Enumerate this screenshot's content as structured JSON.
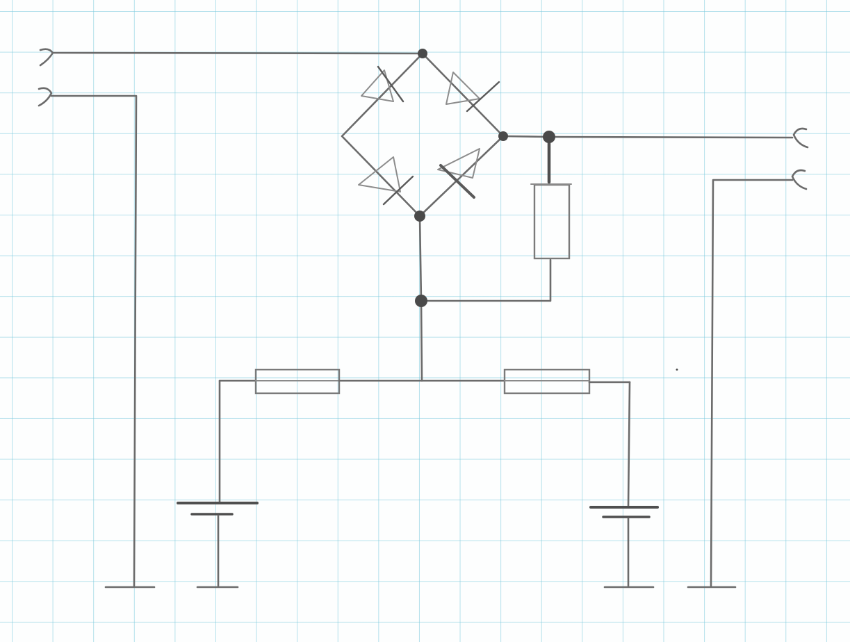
{
  "diagram": {
    "kind": "hand-drawn circuit schematic on graph paper",
    "components": [
      {
        "id": "bridge-rectifier",
        "type": "diode bridge",
        "diodes": 4
      },
      {
        "id": "resistor-vertical",
        "type": "resistor"
      },
      {
        "id": "resistor-left",
        "type": "resistor"
      },
      {
        "id": "resistor-right",
        "type": "resistor"
      },
      {
        "id": "capacitor-left",
        "type": "capacitor"
      },
      {
        "id": "capacitor-right",
        "type": "capacitor"
      },
      {
        "id": "input-terminals",
        "type": "terminal pair",
        "count": 2
      },
      {
        "id": "output-terminals",
        "type": "terminal pair",
        "count": 2
      },
      {
        "id": "ground-symbols",
        "type": "ground",
        "count": 4
      }
    ],
    "junction_nodes": 6,
    "colors": {
      "grid": "#78c8dc",
      "pencil": "#6b6b6b",
      "paper": "#fdfefe"
    }
  }
}
